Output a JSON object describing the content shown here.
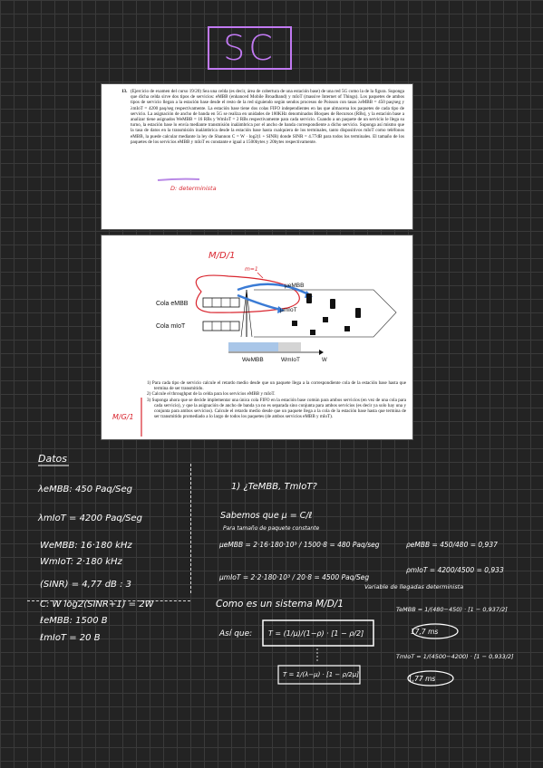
{
  "logo": {
    "text": "SC"
  },
  "exercise": {
    "number": "13.",
    "statement": "(Ejercicio de examen del curso 19/20) Sea una celda (es decir, área de cobertura de una estación base) de una red 5G como la de la figura. Suponga que dicha celda sirve dos tipos de servicios: eMBB (enhanced Mobile Broadband) y mIoT (massive Internet of Things). Los paquetes de ambos tipos de servicio llegan a la estación base desde el resto de la red siguiendo según sendos procesos de Poisson con tasas λeMBB = 450 paq/seg y λmIoT = 4200 paq/seg respectivamente. La estación base tiene dos colas FIFO independientes en las que almacena los paquetes de cada tipo de servicio. La asignación de ancho de banda en 5G se realiza en unidades de 180KHz denominados Bloques de Recursos (RBs), y la estación base a analizar tiene asignados WeMBB = 16 RBs y WmIoT = 2 RBs respectivamente para cada servicio. Cuando a un paquete de un servicio le llega su turno, la estación base lo envía mediante transmisión inalámbrica por el ancho de banda correspondiente a dicho servicio. Suponga así mismo que la tasa de datos en la transmisión inalámbrica desde la estación base hasta cualquiera de los terminales, tanto dispositivos mIoT como teléfonos eMBB, la puede calcular mediante la ley de Shannon C = W · log2(1 + SINR) donde SINR = 4.77dB para todos los terminales. El tamaño de los paquetes de los servicios eMBB y mIoT es constante e igual a 1500bytes y 20bytes respectivamente.",
    "note": "D: determinista"
  },
  "figure": {
    "model": "M/D/1",
    "m_label": "m=1",
    "queue_embb": "Cola eMBB",
    "queue_miot": "Cola mIoT",
    "mu_embb": "μeMBB",
    "mu_miot": "μmIoT",
    "w_embb": "WeMBB",
    "w_miot": "WmIoT",
    "w_axis": "W"
  },
  "questions": [
    "1) Para cada tipo de servicio calcule el retardo medio desde que un paquete llega a la correspondiente cola de la estación base hasta que termina de ser transmitido.",
    "2) Calcule el throughput de la celda para los servicios eMBB y mIoT.",
    "3) Suponga ahora que se decide implementar una única cola FIFO en la estación base común para ambos servicios (en vez de una cola para cada servicio), y que la asignación de ancho de banda ya no es separada sino conjunta para ambos servicios (es decir ya solo hay una y conjunta para ambos servicios). Calcule el retardo medio desde que un paquete llega a la cola de la estación base hasta que termina de ser transmitido promediado a lo largo de todos los paquetes (de ambos servicios eMBB y mIoT)."
  ],
  "margin_note": "M/G/1",
  "datos": {
    "title": "Datos",
    "lines": [
      "λeMBB: 450 Paq/Seg",
      "λmIoT = 4200 Paq/Seg",
      "WeMBB: 16·180 kHz",
      "WmIoT: 2·180 kHz",
      "(SINR) = 4,77 dB : 3",
      "C: W log2(SINR+1) = 2W",
      "ℓeMBB: 1500 B",
      "ℓmIoT = 20 B"
    ]
  },
  "solution": {
    "heading": "1) ¿TeMBB, TmIoT?",
    "mu_def": "Sabemos que μ = C/ℓ",
    "mu_note": "Para tamaño de paquete constante",
    "mu_embb": "μeMBB = 2·16·180·10³ / 1500·8 = 480 Paq/seg",
    "rho_embb": "ρeMBB = 450/480 = 0,937",
    "mu_miot": "μmIoT = 2·2·180·10³ / 20·8 = 4500 Paq/Seg",
    "rho_miot": "ρmIoT = 4200/4500 = 0,933",
    "var_note": "Variable de llegadas determinista",
    "system": "Como es un sistema M/D/1",
    "asi_que": "Así que:",
    "formula": "T = (1/μ)/(1−ρ) · [1 − ρ/2]",
    "formula2": "T = 1/(λ−μ) · [1 − ρ/2μ]",
    "t_embb": "TeMBB = 1/(480−450) · [1 − 0,937/2]",
    "t_embb_res": "17,7 ms",
    "t_miot": "TmIoT = 1/(4500−4200) · [1 − 0,933/2]",
    "t_miot_res": "1,77 ms"
  }
}
